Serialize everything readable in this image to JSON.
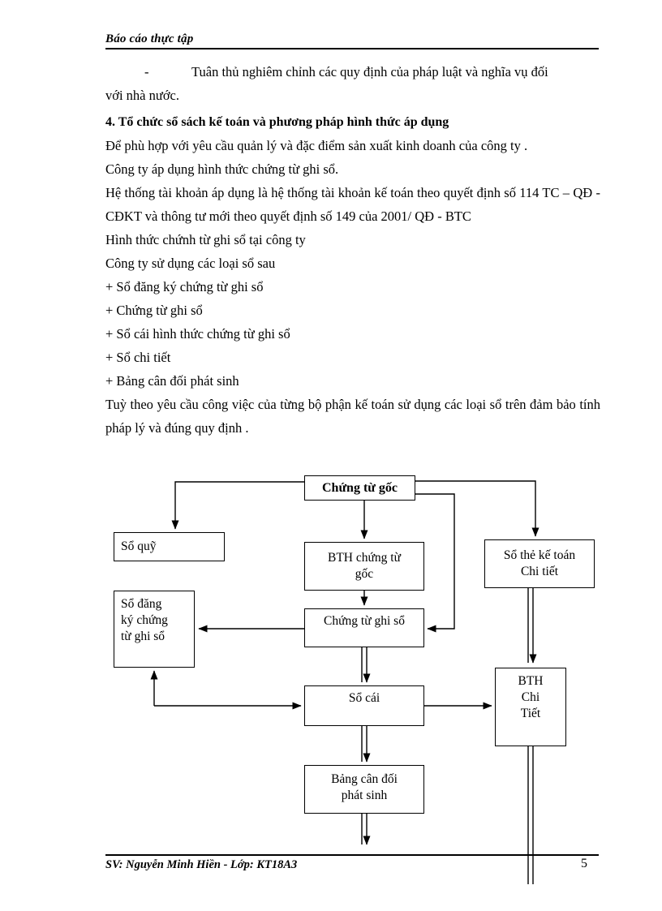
{
  "header": {
    "title": "Báo cáo thực tập"
  },
  "body": {
    "bullet_mark": "-",
    "bullet_text": "Tuân thủ nghiêm  chỉnh các quy định của pháp luật  và nghĩa vụ đối",
    "bullet_text_cont": "với nhà nước.",
    "heading": "4. Tổ chức sổ sách kế toán và phương pháp hình thức áp dụng",
    "paragraphs": [
      "Để phù hợp với yêu cầu quản lý và đặc điểm sản xuất kinh doanh của công ty .",
      "Công ty áp dụng hình thức chứng từ ghi sổ.",
      "Hệ thống tài khoản áp dụng là hệ thống tài khoản kế toán theo quyết định số 114 TC – QĐ - CĐKT và thông tư mới theo quyết định số 149 của 2001/ QĐ - BTC",
      "Hình thức chứnh từ ghi sổ tại công ty",
      "Công ty sử dụng các loại sổ sau",
      "+ Sổ đăng ký chứng từ ghi sổ",
      "+ Chứng từ ghi sổ",
      "+ Sổ cái hình thức chứng từ ghi sổ",
      "+ Sổ chi tiết",
      "+ Bảng cân đối phát sinh",
      "Tuỳ theo yêu cầu công việc của từng bộ phận kế toán sử dụng các loại sổ trên đảm bảo tính pháp lý và đúng  quy định ."
    ]
  },
  "diagram": {
    "nodes": [
      {
        "id": "chung-tu-goc",
        "label": "Chứng từ gốc"
      },
      {
        "id": "so-quy",
        "label": "Sổ quỹ"
      },
      {
        "id": "bth-chung-tu-goc",
        "label": "BTH chứng từ gốc"
      },
      {
        "id": "so-the-ke-toan",
        "label": "Sổ thẻ kế toán Chi tiết"
      },
      {
        "id": "so-dang-ky",
        "label": "Sổ đăng ký ký chứng từ ghi sổ"
      },
      {
        "id": "chung-tu-ghi-so",
        "label": "Chứng từ ghi sổ"
      },
      {
        "id": "so-cai",
        "label": "Sổ cái"
      },
      {
        "id": "bth-chi-tiet",
        "label": "BTH Chi Tiết"
      },
      {
        "id": "bang-can-doi",
        "label": "Bảng cân đối phát sinh"
      }
    ],
    "labels": {
      "chung_tu_goc": "Chứng từ gốc",
      "so_quy": "Sổ quỹ",
      "bth_chung_tu_goc_l1": "BTH chứng từ",
      "bth_chung_tu_goc_l2": "gốc",
      "so_the_ke_toan_l1": "Sổ thẻ kế toán",
      "so_the_ke_toan_l2": "Chi tiết",
      "so_dang_ky_l1": "Sổ đăng",
      "so_dang_ky_l2": "ký chứng",
      "so_dang_ky_l3": "từ ghi sổ",
      "chung_tu_ghi_so": "Chứng từ ghi sổ",
      "so_cai": "Sổ cái",
      "bth_chi_tiet_l1": "BTH",
      "bth_chi_tiet_l2": "Chi",
      "bth_chi_tiet_l3": "Tiết",
      "bang_can_doi_l1": "Bảng cân đối",
      "bang_can_doi_l2": "phát sinh"
    }
  },
  "footer": {
    "text": "SV: Nguyễn Minh Hiền - Lớp: KT18A3",
    "page_number": "5"
  },
  "colors": {
    "ink": "#000000",
    "paper": "#ffffff"
  }
}
